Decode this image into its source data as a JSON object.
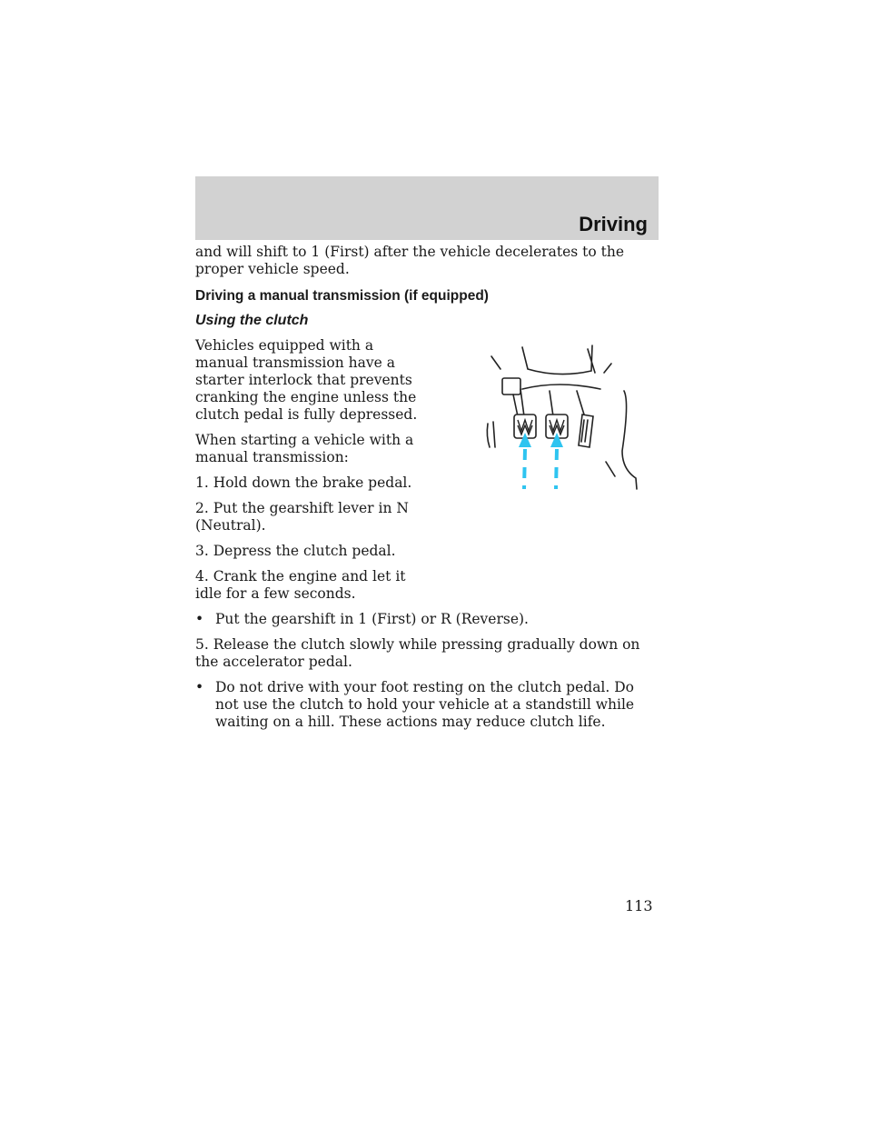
{
  "header": {
    "section_title": "Driving"
  },
  "body": {
    "p1": "and will shift to 1 (First) after the vehicle decelerates to the proper vehicle speed.",
    "heading1": "Driving a manual transmission (if equipped)",
    "heading2": "Using the clutch",
    "p2": "Vehicles equipped with a manual transmission have a starter interlock that prevents cranking the engine unless the clutch pedal is fully depressed.",
    "p3": "When starting a vehicle with a manual transmission:",
    "step1": "1. Hold down the brake pedal.",
    "step2": "2. Put the gearshift lever in N (Neutral).",
    "step3": "3. Depress the clutch pedal.",
    "step4": "4. Crank the engine and let it idle for a few seconds.",
    "bullet1": "Put the gearshift in 1 (First) or R (Reverse).",
    "step5": "5. Release the clutch slowly while pressing gradually down on the accelerator pedal.",
    "bullet2": "Do not drive with your foot resting on the clutch pedal. Do not use the clutch to hold your vehicle at a standstill while waiting on a hill. These actions may reduce clutch life.",
    "bullet_symbol": "•"
  },
  "figure": {
    "icon": "clutch-pedal-illustration",
    "arrow_color": "#2ec4f0"
  },
  "footer": {
    "page_number": "113"
  }
}
